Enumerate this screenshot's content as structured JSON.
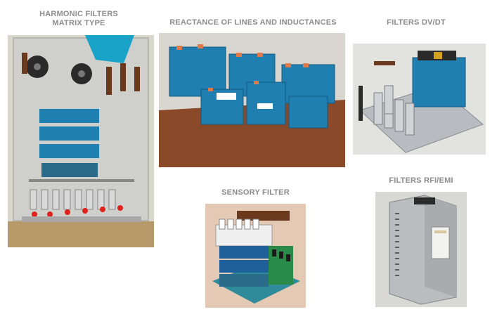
{
  "products": {
    "harmonic": {
      "title_line1": "HARMONIC FILTERS",
      "title_line2": "MATRIX TYPE"
    },
    "reactance": {
      "title": "REACTANCE OF LINES AND INDUCTANCES"
    },
    "dvdt": {
      "title": "FILTERS DV/DT"
    },
    "sensory": {
      "title": "SENSORY FILTER"
    },
    "rfi": {
      "title": "FILTERS RFI/EMI"
    }
  },
  "colors": {
    "caption": "#8c8c8c",
    "transformer_blue": "#1f7fb0",
    "wood": "#8a4a2a",
    "cabinet_grey": "#cfd0cc"
  }
}
